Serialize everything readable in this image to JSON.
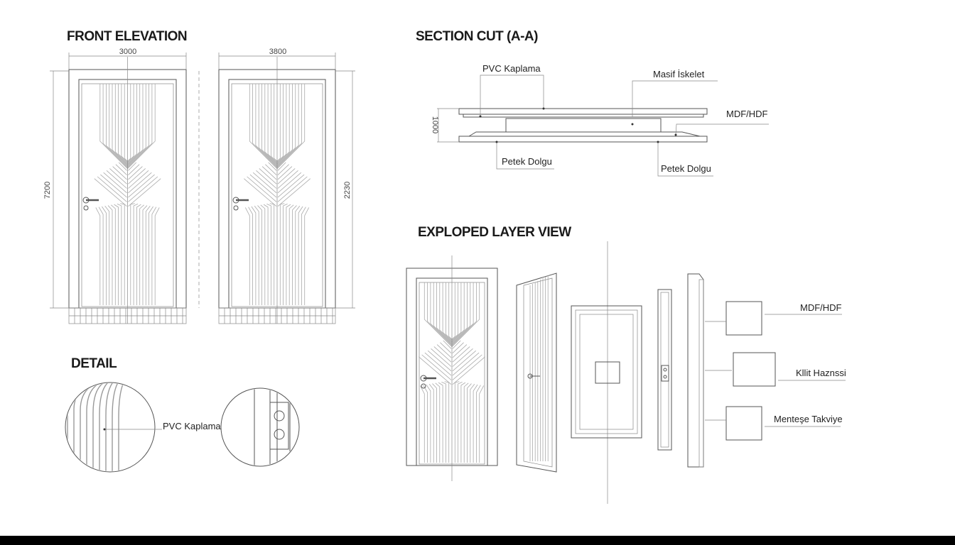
{
  "front_elevation": {
    "title": "FRONT ELEVATION",
    "door1": {
      "width_dim": "3000",
      "height_dim": "7200"
    },
    "door2": {
      "width_dim": "3800",
      "height_dim": "2230"
    }
  },
  "section_cut": {
    "title": "SECTION CUT (A-A)",
    "thickness_dim": "1000",
    "labels": {
      "pvc": "PVC Kaplama",
      "masif": "Masif İskelet",
      "mdf": "MDF/HDF",
      "petek_left": "Petek Dolgu",
      "petek_right": "Petek Dolgu"
    }
  },
  "exploded": {
    "title": "EXPLOPED LAYER VIEW",
    "swatches": [
      {
        "label": "MDF/HDF"
      },
      {
        "label": "Kllit Haznssi"
      },
      {
        "label": "Menteşe Takviye"
      }
    ]
  },
  "detail": {
    "title": "DETAIL",
    "pvc_label": "PVC Kaplama"
  },
  "colors": {
    "line": "#555555",
    "fill": "#eeeeee",
    "bar": "#000000"
  }
}
